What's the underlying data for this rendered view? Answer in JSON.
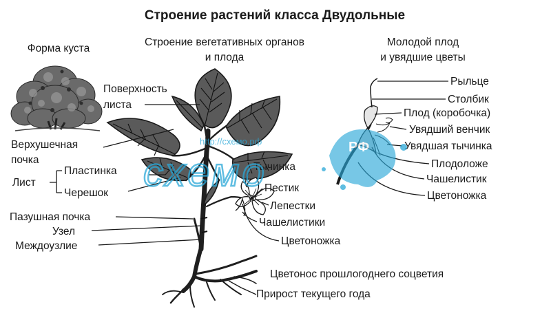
{
  "title": "Строение растений класса Двудольные",
  "watermark": {
    "url": "http://схемо.рф",
    "word": "схемо",
    "badge": "РФ",
    "color": "#2aa8d8"
  },
  "headings": {
    "bush": "Форма куста",
    "veg_line1": "Строение вегетативных органов",
    "veg_line2": "и плода",
    "fruit_line1": "Молодой плод",
    "fruit_line2": "и увядшие цветы"
  },
  "labels": {
    "leaf_surface_1": "Поверхность",
    "leaf_surface_2": "листа",
    "apical_bud_1": "Верхушечная",
    "apical_bud_2": "почка",
    "leaf": "Лист",
    "blade": "Пластинка",
    "petiole": "Черешок",
    "axillary_bud": "Пазушная почка",
    "node": "Узел",
    "internode": "Междоузлие",
    "stamen": "Тычинка",
    "pistil": "Пестик",
    "petals": "Лепестки",
    "sepals": "Чашелистики",
    "pedicel": "Цветоножка",
    "old_peduncle": "Цветонос прошлогоднего соцветия",
    "growth": "Прирост текущего года"
  },
  "fruit_labels": {
    "stigma": "Рыльце",
    "style": "Столбик",
    "capsule": "Плод (коробочка)",
    "withered_corolla": "Увядший венчик",
    "withered_stamen": "Увядшая тычинка",
    "receptacle": "Плодоложе",
    "sepal": "Чашелистик",
    "pedicel": "Цветоножка"
  }
}
